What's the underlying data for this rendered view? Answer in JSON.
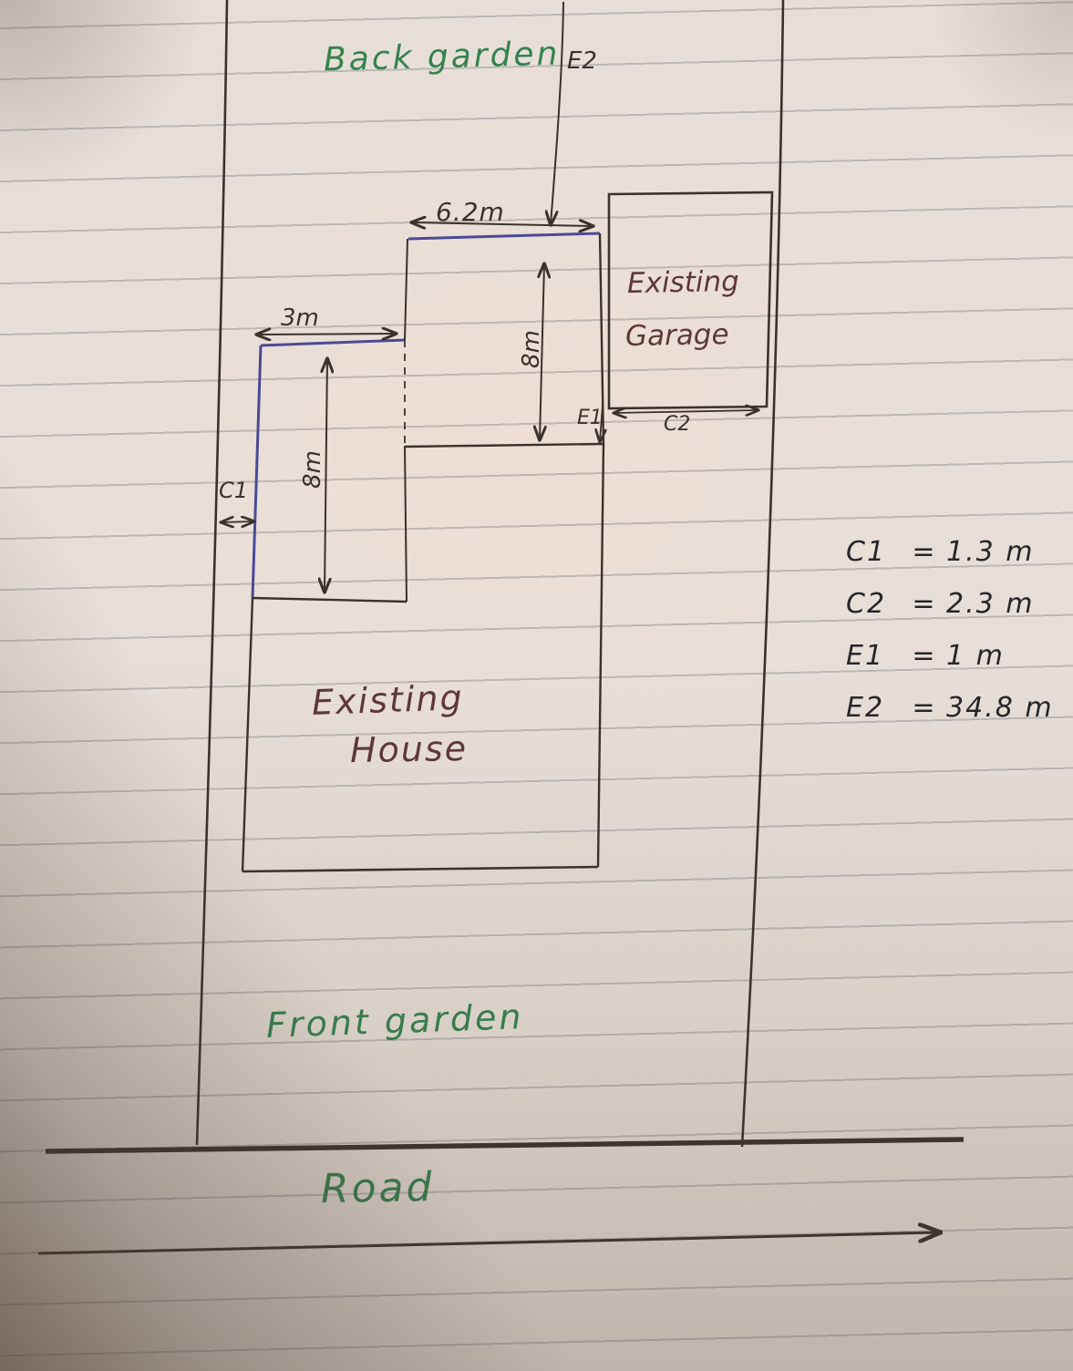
{
  "colors": {
    "paper": "#e7dfd7",
    "ink": "#3b322c",
    "blue_ink": "#4a4a95",
    "green_ink": "#35824f",
    "maroon_ink": "#5e3838",
    "legend_ink": "#26262b"
  },
  "areas": {
    "back_garden": "Back garden",
    "front_garden": "Front garden",
    "road": "Road",
    "existing_house_line1": "Existing",
    "existing_house_line2": "House",
    "existing_garage_line1": "Existing",
    "existing_garage_line2": "Garage"
  },
  "dimensions": {
    "top_width": "6.2m",
    "left_width": "3m",
    "mid_depth": "8m",
    "left_depth": "8m",
    "c1": "C1",
    "c2": "C2",
    "e1": "E1",
    "e2": "E2"
  },
  "legend": {
    "equals": "=",
    "rows": [
      {
        "term": "C1",
        "value": "1.3 m"
      },
      {
        "term": "C2",
        "value": "2.3 m"
      },
      {
        "term": "E1",
        "value": "1 m"
      },
      {
        "term": "E2",
        "value": "34.8 m"
      }
    ]
  }
}
